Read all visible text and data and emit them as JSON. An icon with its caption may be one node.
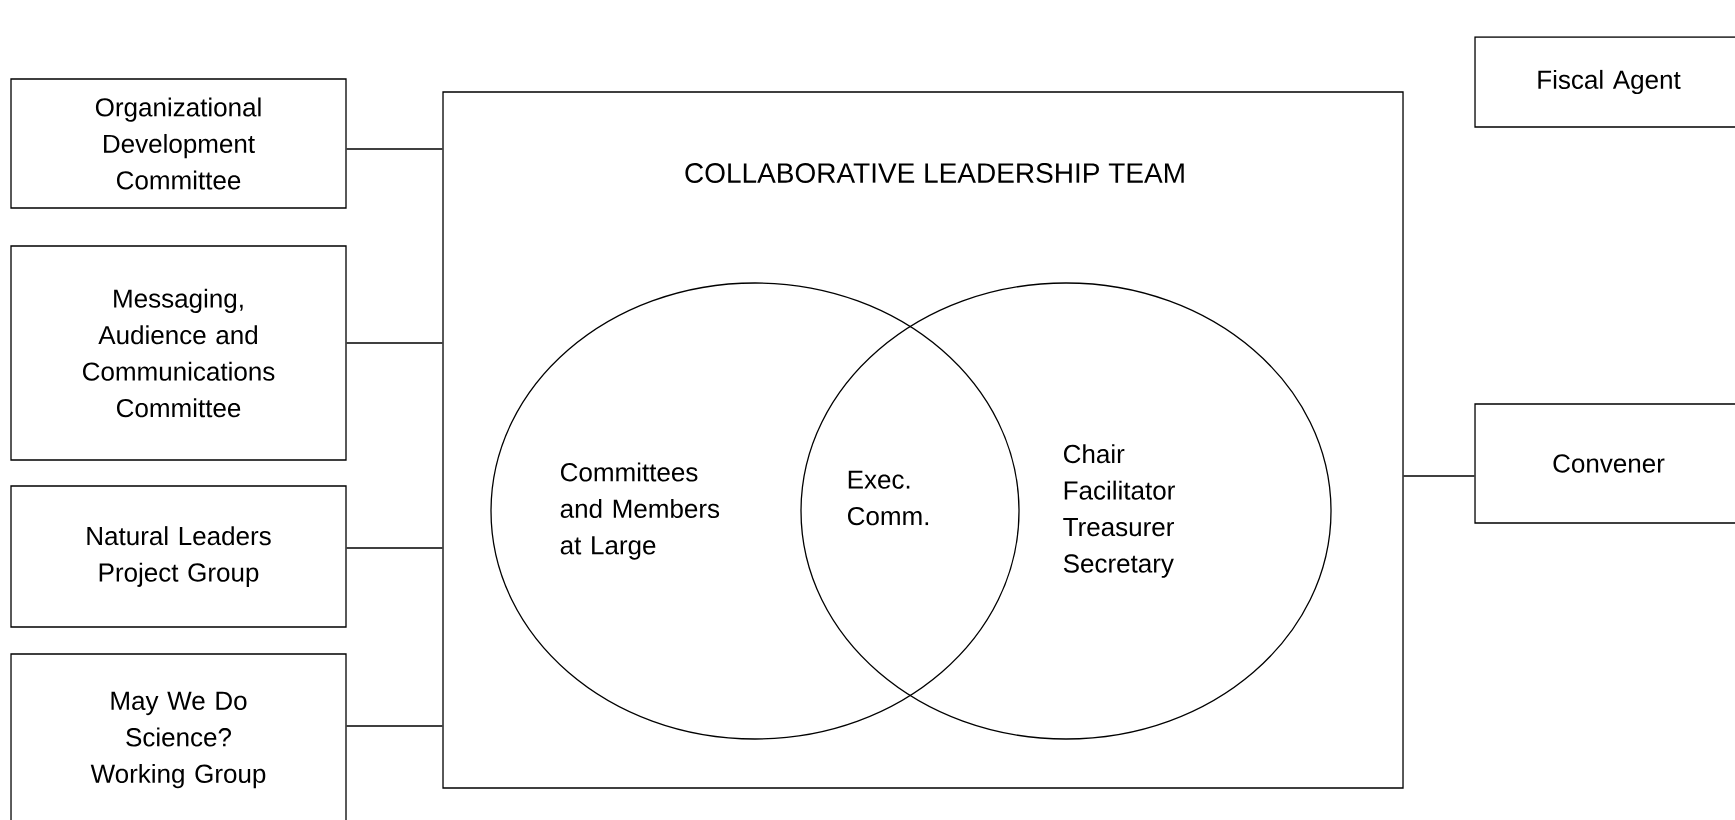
{
  "diagram": {
    "nodes": [
      {
        "text": [
          "Organizational Development Committee"
        ]
      },
      {
        "text": [
          "Messaging, Audience and Communications Committee"
        ]
      },
      {
        "text": [
          "Natural Leaders Project Group"
        ]
      },
      {
        "text": [
          "May We Do Science? Working Group"
        ]
      },
      {
        "text": [
          "COLLABORATIVE LEADERSHIP TEAM"
        ]
      },
      {
        "text": [
          "Committees and Members at Large"
        ],
        "in": 4
      },
      {
        "text": [
          "Chair Facilitator Treasurer Secretary"
        ],
        "in": 4
      },
      {
        "text": [
          "Fiscal Agent"
        ]
      },
      {
        "text": [
          "Convener"
        ]
      }
    ],
    "edges": [
      {
        "from": 0,
        "to": 4,
        "arrow": "none"
      },
      {
        "from": 1,
        "to": 4,
        "arrow": "none"
      },
      {
        "from": 2,
        "to": 4,
        "arrow": "none"
      },
      {
        "from": 3,
        "to": 4,
        "arrow": "none"
      },
      {
        "from": 4,
        "to": 8,
        "arrow": "none"
      }
    ],
    "labels": [
      "Exec. Comm."
    ]
  }
}
